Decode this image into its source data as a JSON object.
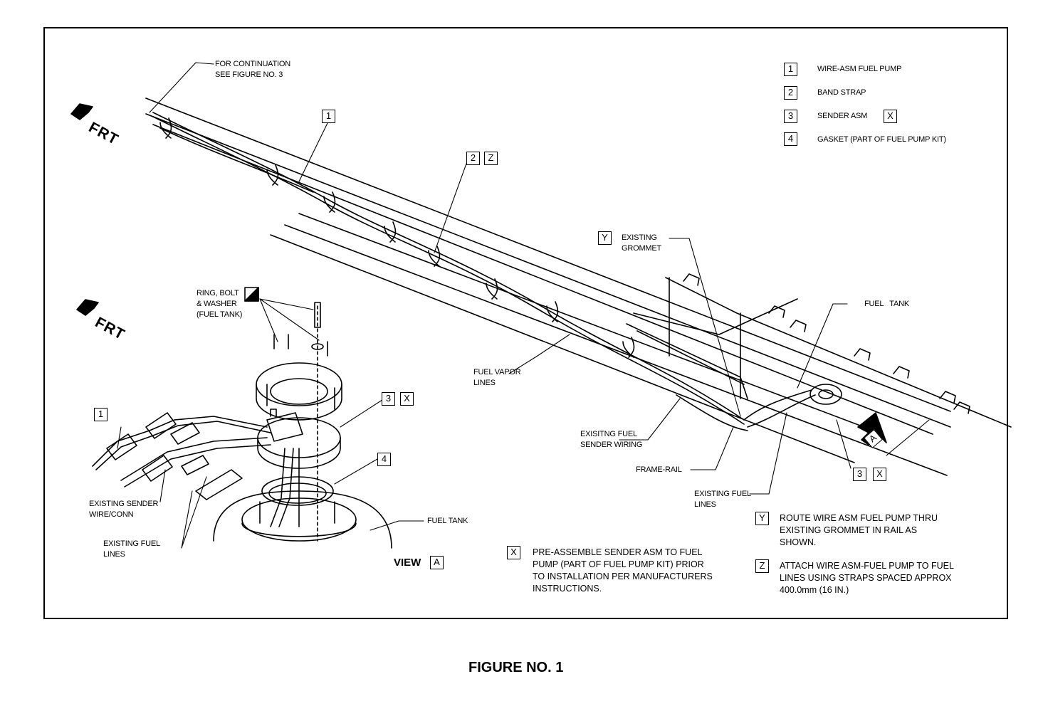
{
  "callouts": {
    "continuation": [
      "FOR CONTINUATION",
      "SEE FIGURE NO. 3"
    ],
    "ring_bolt": [
      "RING, BOLT",
      "& WASHER",
      "(FUEL TANK)"
    ],
    "fuel_vapor": [
      "FUEL VAPOR",
      "LINES"
    ],
    "existing_grommet": [
      "EXISTING",
      "GROMMET"
    ],
    "fuel_tank_top": "FUEL   TANK",
    "sender_wiring": [
      "EXISITNG FUEL",
      "SENDER WIRING"
    ],
    "frame_rail": "FRAME-RAIL",
    "existing_fuel_lines_right": [
      "EXISTING FUEL",
      "LINES"
    ],
    "existing_sender_wire": [
      "EXISTING SENDER",
      "WIRE/CONN"
    ],
    "existing_fuel_lines_left": [
      "EXISTING FUEL",
      "LINES"
    ],
    "fuel_tank_view": "FUEL TANK"
  },
  "legend": [
    {
      "num": "1",
      "text": "WIRE-ASM FUEL PUMP"
    },
    {
      "num": "2",
      "text": "BAND STRAP"
    },
    {
      "num": "3",
      "text": "SENDER ASM",
      "tag": "X"
    },
    {
      "num": "4",
      "text": "GASKET (PART OF FUEL PUMP KIT)"
    }
  ],
  "notes": {
    "x": {
      "tag": "X",
      "lines": [
        "PRE-ASSEMBLE SENDER ASM TO FUEL",
        "PUMP (PART OF FUEL PUMP KIT) PRIOR",
        "TO INSTALLATION PER MANUFACTURERS",
        "INSTRUCTIONS."
      ]
    },
    "y": {
      "tag": "Y",
      "lines": [
        "ROUTE WIRE ASM FUEL PUMP THRU",
        "EXISTING GROMMET IN RAIL AS",
        "SHOWN."
      ]
    },
    "z": {
      "tag": "Z",
      "lines": [
        "ATTACH WIRE ASM-FUEL PUMP TO FUEL",
        "LINES USING STRAPS SPACED APPROX",
        "400.0mm (16 IN.)"
      ]
    }
  },
  "markers": {
    "one_top": "1",
    "two": "2",
    "z": "Z",
    "y": "Y",
    "three_view": "3",
    "x_view": "X",
    "four": "4",
    "one_left": "1",
    "three_right": "3",
    "x_right": "X",
    "a_view": "A",
    "a_arrow": "A"
  },
  "frt_top": "FRT",
  "frt_left": "FRT",
  "view_label": "VIEW",
  "caption": "FIGURE NO. 1"
}
